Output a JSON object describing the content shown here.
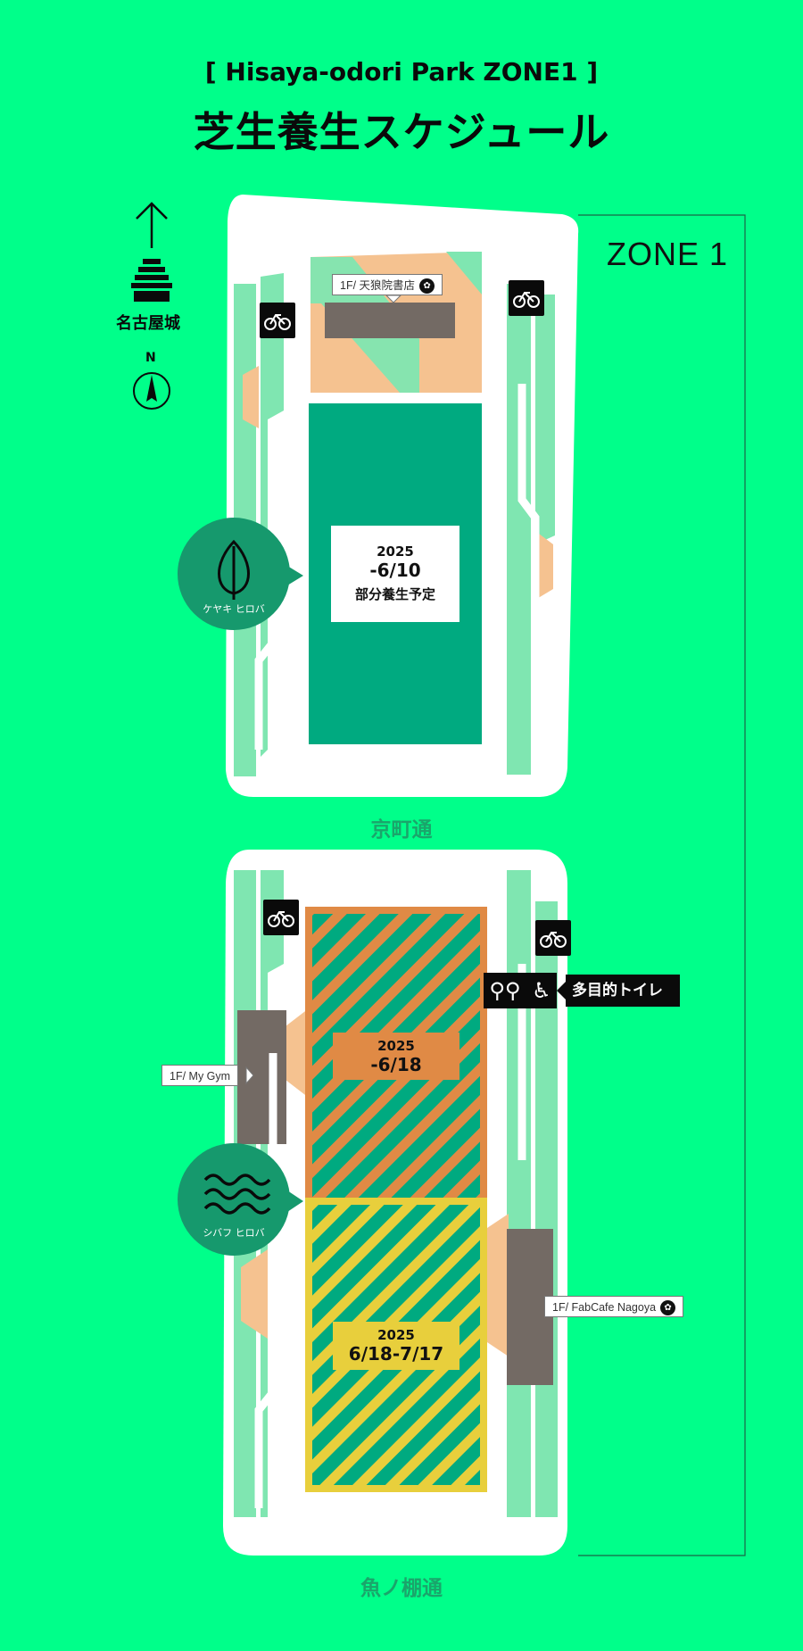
{
  "header": {
    "title_en": "[ Hisaya-odori Park ZONE1 ]",
    "title_ja": "芝生養生スケジュール"
  },
  "zone_label": "ZONE 1",
  "legend": {
    "castle_label": "名古屋城",
    "north_label": "N"
  },
  "streets": {
    "middle": "京町通",
    "bottom": "魚ノ棚通"
  },
  "plazas": {
    "keyaki": "ケヤキ ヒロバ",
    "shibafu": "シバフ ヒロバ"
  },
  "shops": {
    "tenro": "1F/ 天狼院書店",
    "mygym": "1F/ My Gym",
    "fabcafe": "1F/ FabCafe Nagoya"
  },
  "facilities": {
    "toilet_label": "多目的トイレ"
  },
  "schedules": {
    "north": {
      "year": "2025",
      "date": "-6/10",
      "note": "部分養生予定"
    },
    "south_upper": {
      "year": "2025",
      "date": "-6/18"
    },
    "south_lower": {
      "year": "2025",
      "date": "6/18-7/17"
    }
  },
  "colors": {
    "background": "#00ff8a",
    "lawn_light": "#7fe6b1",
    "lawn_dark": "#00aa80",
    "paving": "#f5c290",
    "building": "#736a64",
    "curing_orange": "#e08a45",
    "curing_yellow": "#e8cf3c",
    "plaza_circle": "#16996d"
  },
  "icons": {
    "north_arrow": "up-arrow-icon",
    "castle": "castle-icon",
    "compass": "compass-icon",
    "bicycle": "bicycle-icon",
    "toilet": "toilet-icon",
    "wheelchair": "wheelchair-icon",
    "paw": "paw-icon",
    "leaf": "leaf-icon",
    "waves": "waves-icon"
  }
}
